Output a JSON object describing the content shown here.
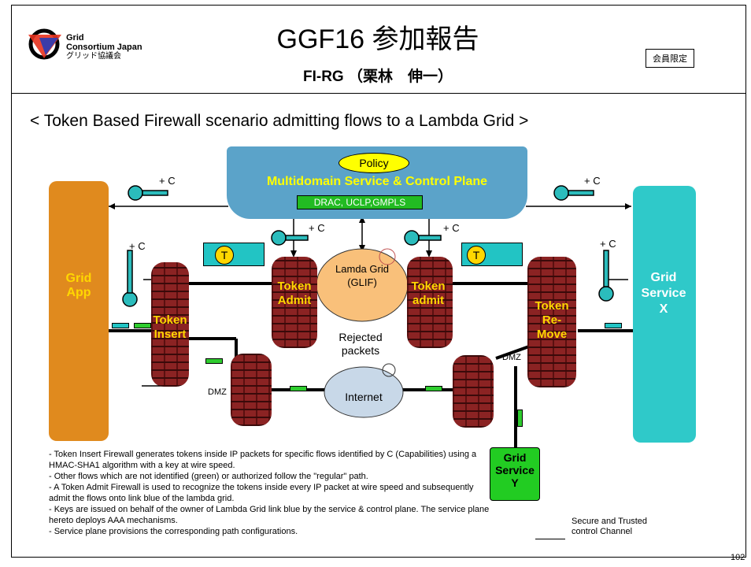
{
  "header": {
    "logo_line1": "Grid",
    "logo_line2": "Consortium Japan",
    "logo_line3": "グリッド協議会",
    "title": "GGF16 参加報告",
    "subtitle": "FI-RG （栗林　伸一）",
    "members_badge": "会員限定"
  },
  "scenario_title": "< Token Based Firewall scenario admitting flows to a Lambda Grid >",
  "diagram": {
    "policy": "Policy",
    "plane": "Multidomain Service & Control Plane",
    "protocols": "DRAC, UCLP,GMPLS",
    "plus_c": "+ C",
    "t_label": "T",
    "grid_app": "Grid App",
    "token_insert": "Token Insert",
    "token_admit_left": "Token Admit",
    "token_admit_right": "Token admit",
    "token_remove": "Token Re- Move",
    "lambda_cloud": "Lamda Grid (GLIF)",
    "rejected": "Rejected packets",
    "internet": "Internet",
    "dmz": "DMZ",
    "grid_service_x": "Grid Service X",
    "grid_service_y": "Grid Service Y"
  },
  "bullets": [
    "- Token Insert Firewall generates tokens inside IP packets for specific flows identified by C (Capabilities) using a HMAC-SHA1 algorithm with a key at wire speed.",
    "- Other flows which are not identified (green) or authorized follow the \"regular\" path.",
    "- A Token Admit Firewall is used to recognize the tokens inside every IP packet at wire speed and subsequently admit the flows onto link blue of the lambda grid.",
    "- Keys are issued on behalf of the owner of  Lambda Grid link blue by the service & control plane. The service plane hereto deploys AAA mechanisms.",
    "- Service plane provisions the corresponding path configurations."
  ],
  "legend": "Secure and Trusted control Channel",
  "page_number": "102",
  "colors": {
    "plane": "#5ba3c9",
    "policy": "#ffff00",
    "orange": "#e08a1e",
    "cyan": "#2fc9c9",
    "green": "#22cc22",
    "wall": "#8b2323",
    "protocols": "#22bb22"
  }
}
